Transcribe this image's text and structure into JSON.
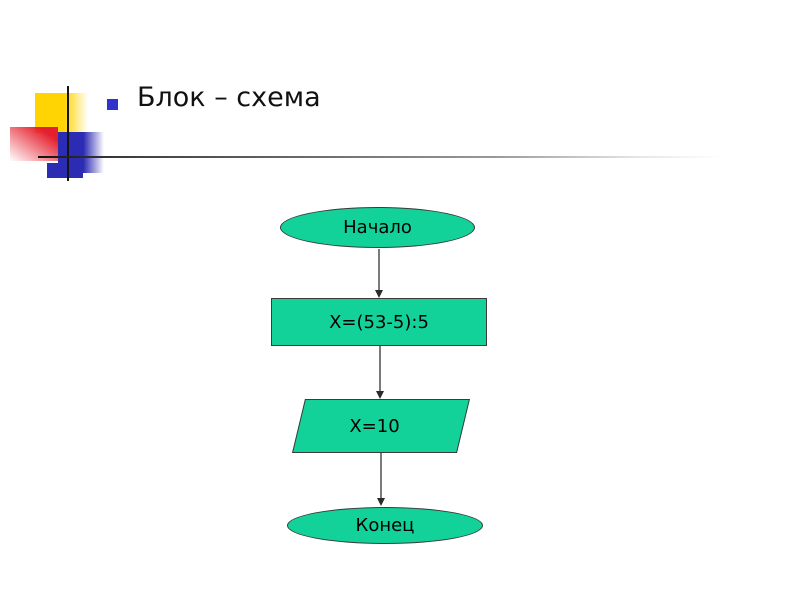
{
  "slide": {
    "title": "Блок – схема",
    "background": "#ffffff"
  },
  "decoration": {
    "yellow_square": "#ffd402",
    "red_square": "#e5202e",
    "blue_square": "#2b2bb4",
    "bullet_square": "#3333cc",
    "crosshair_line": "#141414",
    "divider_line": "#6e6e6e"
  },
  "flowchart": {
    "fill_color": "#12d29a",
    "stroke_color": "#3a3a3a",
    "arrow_color": "#7a7a7a",
    "nodes": [
      {
        "id": "start",
        "shape": "ellipse",
        "label": "Начало"
      },
      {
        "id": "process",
        "shape": "rectangle",
        "label": "Х=(53-5):5"
      },
      {
        "id": "input-output",
        "shape": "parallelogram",
        "label": "Х=10"
      },
      {
        "id": "end",
        "shape": "ellipse",
        "label": "Конец"
      }
    ],
    "edges": [
      {
        "from": "start",
        "to": "process"
      },
      {
        "from": "process",
        "to": "input-output"
      },
      {
        "from": "input-output",
        "to": "end"
      }
    ]
  }
}
